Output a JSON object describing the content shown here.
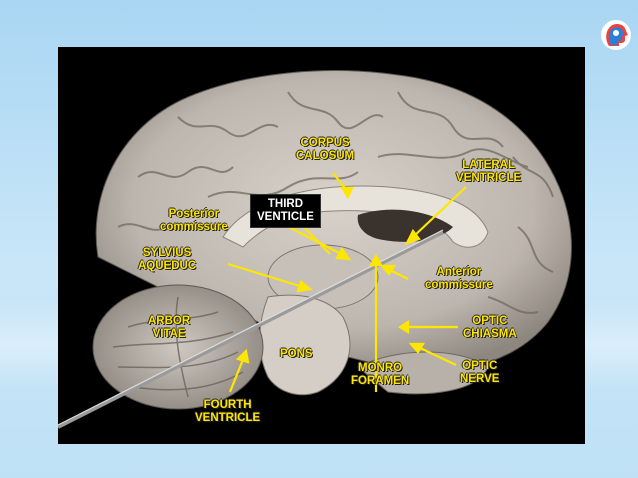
{
  "logo": {
    "icon": "head-profile-logo"
  },
  "labels": {
    "corpus_1": "CORPUS",
    "corpus_2": "CALOSUM",
    "lateral_1": "LATERAL",
    "lateral_2": "VENTRICLE",
    "third_1": "THIRD",
    "third_2": "VENTICLE",
    "posterior_1": "Posterior",
    "posterior_2": "commissure",
    "sylvius_1": "SYLVIUS",
    "sylvius_2": "AQUEDUC",
    "anterior_1": "Anterior",
    "anterior_2": "commissure",
    "arbor_1": "ARBOR",
    "arbor_2": "VITAE",
    "optic_chiasma_1": "OPTIC",
    "optic_chiasma_2": "CHIASMA",
    "pons": "PONS",
    "monro_1": "MONRO",
    "monro_2": "FORAMEN",
    "optic_nerve_1": "OPTIC",
    "optic_nerve_2": "NERVE",
    "fourth_1": "FOURTH",
    "fourth_2": "VENTRICLE"
  },
  "colors": {
    "label": "#ffe600",
    "background": "#a9d6f3",
    "slide": "#000000"
  }
}
